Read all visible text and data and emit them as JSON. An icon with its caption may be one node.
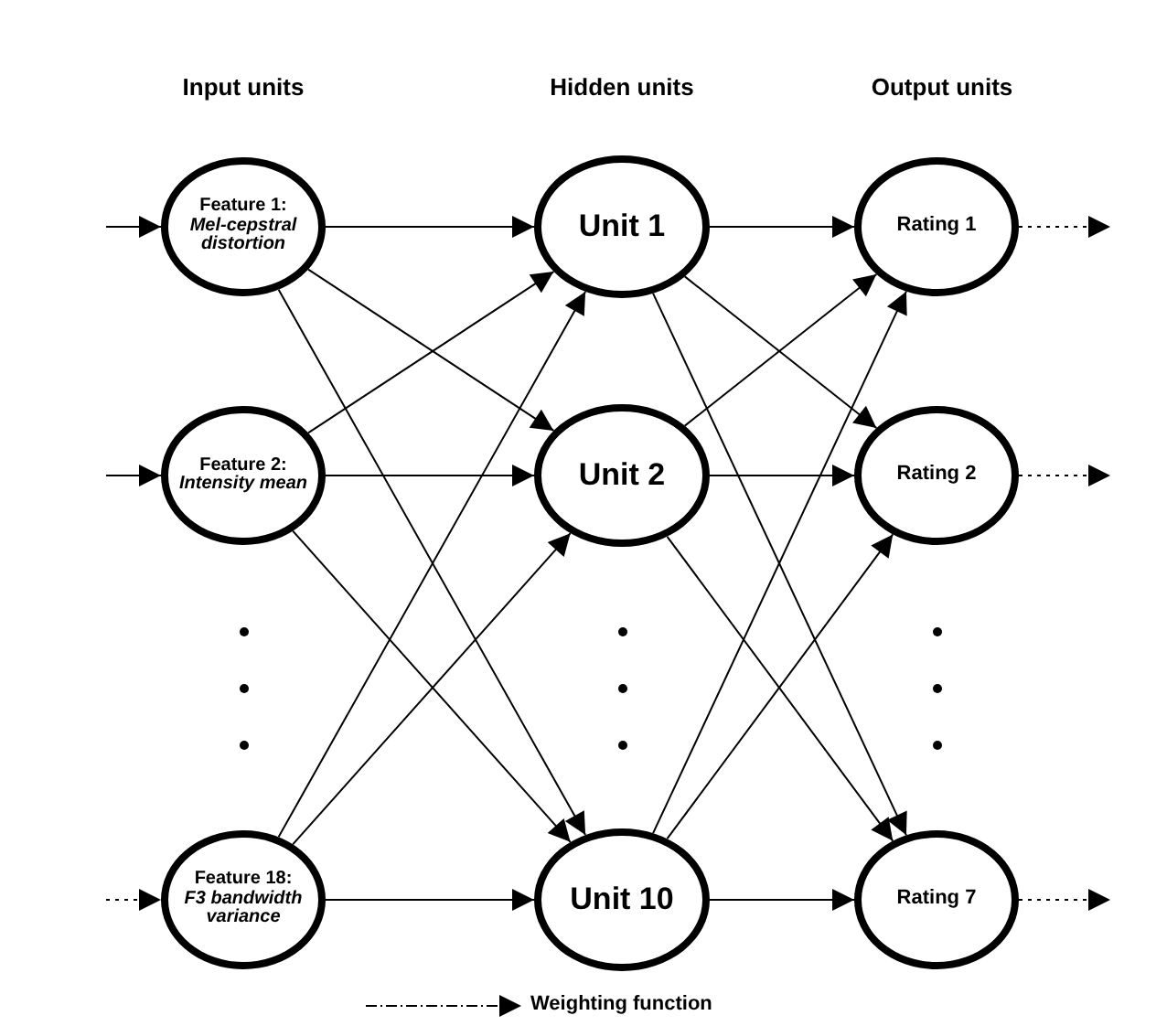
{
  "diagram": {
    "nodes": [
      {
        "text": [
          "Feature 1:",
          "Mel-cepstral distortion"
        ]
      },
      {
        "text": [
          "Feature 2:",
          "Intensity mean"
        ]
      },
      {
        "text": [
          "Feature 18:",
          "F3 bandwidth variance"
        ]
      },
      {
        "text": [
          "Unit 1"
        ]
      },
      {
        "text": [
          "Unit 2"
        ]
      },
      {
        "text": [
          "Unit 10"
        ]
      },
      {
        "text": [
          "Rating 1"
        ]
      },
      {
        "text": [
          "Rating 2"
        ]
      },
      {
        "text": [
          "Rating 7"
        ]
      }
    ],
    "edges": [
      {
        "from": null,
        "to": 0,
        "arrow": "to"
      },
      {
        "from": null,
        "to": 1,
        "arrow": "to"
      },
      {
        "from": null,
        "to": 2,
        "arrow": "to",
        "style": "dashed"
      },
      {
        "from": 0,
        "to": 3,
        "arrow": "to"
      },
      {
        "from": 0,
        "to": 4,
        "arrow": "to"
      },
      {
        "from": 0,
        "to": 5,
        "arrow": "to"
      },
      {
        "from": 1,
        "to": 3,
        "arrow": "to"
      },
      {
        "from": 1,
        "to": 4,
        "arrow": "to"
      },
      {
        "from": 1,
        "to": 5,
        "arrow": "to"
      },
      {
        "from": 2,
        "to": 3,
        "arrow": "to"
      },
      {
        "from": 2,
        "to": 4,
        "arrow": "to"
      },
      {
        "from": 2,
        "to": 5,
        "arrow": "to"
      },
      {
        "from": 3,
        "to": 6,
        "arrow": "to"
      },
      {
        "from": 3,
        "to": 7,
        "arrow": "to"
      },
      {
        "from": 3,
        "to": 8,
        "arrow": "to"
      },
      {
        "from": 4,
        "to": 6,
        "arrow": "to"
      },
      {
        "from": 4,
        "to": 7,
        "arrow": "to"
      },
      {
        "from": 4,
        "to": 8,
        "arrow": "to"
      },
      {
        "from": 5,
        "to": 6,
        "arrow": "to"
      },
      {
        "from": 5,
        "to": 7,
        "arrow": "to"
      },
      {
        "from": 5,
        "to": 8,
        "arrow": "to"
      },
      {
        "from": 6,
        "to": null,
        "arrow": "to",
        "style": "dashed"
      },
      {
        "from": 7,
        "to": null,
        "arrow": "to",
        "style": "dashed"
      },
      {
        "from": 8,
        "to": null,
        "arrow": "to",
        "style": "dashed"
      }
    ],
    "labels": [
      "Input units",
      "Hidden units",
      "Output units"
    ],
    "legend": [
      {
        "text": "Weighting function"
      }
    ]
  }
}
